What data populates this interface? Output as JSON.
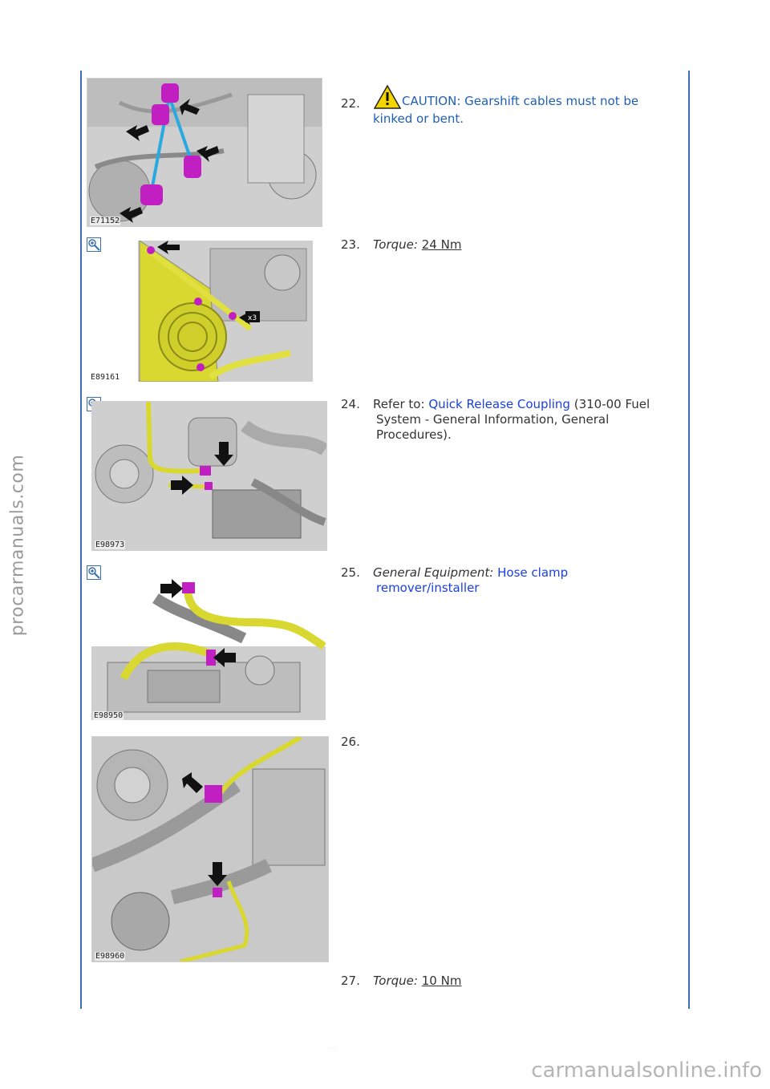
{
  "watermarks": {
    "side": "procarmanuals.com",
    "bottom": "carmanualsonline.info",
    "footer_faint": "..."
  },
  "steps": [
    {
      "number": "22.",
      "caution_label": "CAUTION: Gearshift cables must not be",
      "caution_line2": "kinked or bent.",
      "figure_code": "E71152"
    },
    {
      "number": "23.",
      "torque_label": "Torque:",
      "torque_value": "24 Nm",
      "figure_code": "E89161",
      "callout": "x3"
    },
    {
      "number": "24.",
      "text_prefix": "Refer to:",
      "link_text": "Quick Release Coupling",
      "text_suffix_line1": "(310-00 Fuel",
      "text_line2": "System - General Information, General",
      "text_line3": "Procedures).",
      "figure_code": "E98973"
    },
    {
      "number": "25.",
      "equipment_label": "General Equipment:",
      "link_line1": "Hose clamp",
      "link_line2": "remover/installer",
      "figure_code": "E98950"
    },
    {
      "number": "26.",
      "figure_code": "E98960"
    },
    {
      "number": "27.",
      "torque_label": "Torque:",
      "torque_value": "10 Nm"
    }
  ],
  "colors": {
    "frame": "#3a6fb0",
    "caution_text": "#1f5fb4",
    "link": "#1a3fe0",
    "highlight_magenta": "#c21fc2",
    "highlight_yellow": "#d8d830",
    "highlight_cyan": "#29a9e0"
  },
  "icons": [
    "zoom-in-icon",
    "caution-triangle-icon",
    "arrow-icon"
  ]
}
